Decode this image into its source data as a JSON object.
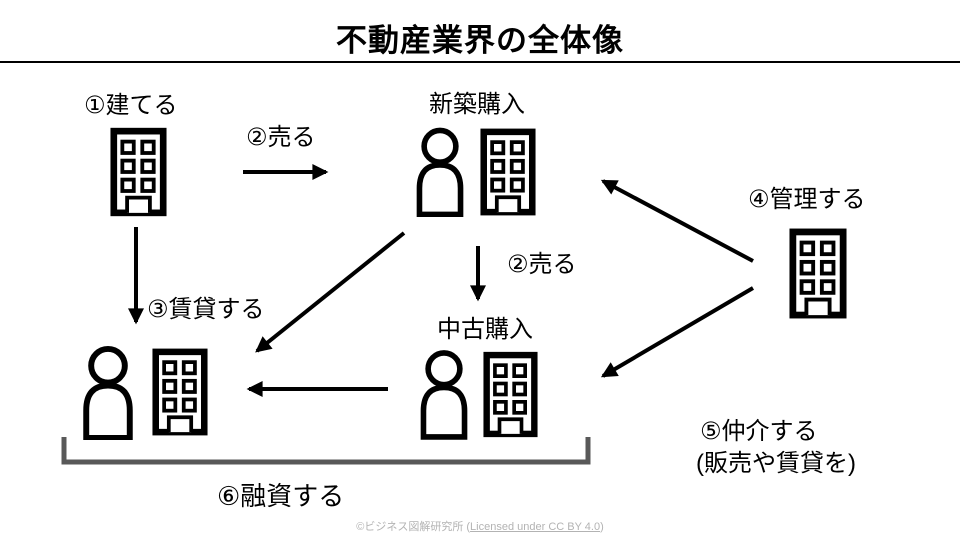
{
  "title": "不動産業界の全体像",
  "diagram": {
    "steps": {
      "step1_build": "①建てる",
      "step2_sell_top": "②売る",
      "step2_sell_mid": "②売る",
      "step3_rent": "③賃貸する",
      "step4_manage": "④管理する",
      "step5_broker_line1": "⑤仲介する",
      "step5_broker_line2": "(販売や賃貸を)",
      "step6_finance": "⑥融資する"
    },
    "nodes": {
      "new_purchase": "新築購入",
      "used_purchase": "中古購入"
    },
    "icons": {
      "building": "building-icon",
      "person": "person-icon"
    },
    "colors": {
      "line": "#000000",
      "bracket": "#595959"
    }
  },
  "footer": {
    "prefix": "©ビジネス図解研究所 (",
    "link_text": "Licensed under CC BY 4.0",
    "suffix": ")"
  }
}
